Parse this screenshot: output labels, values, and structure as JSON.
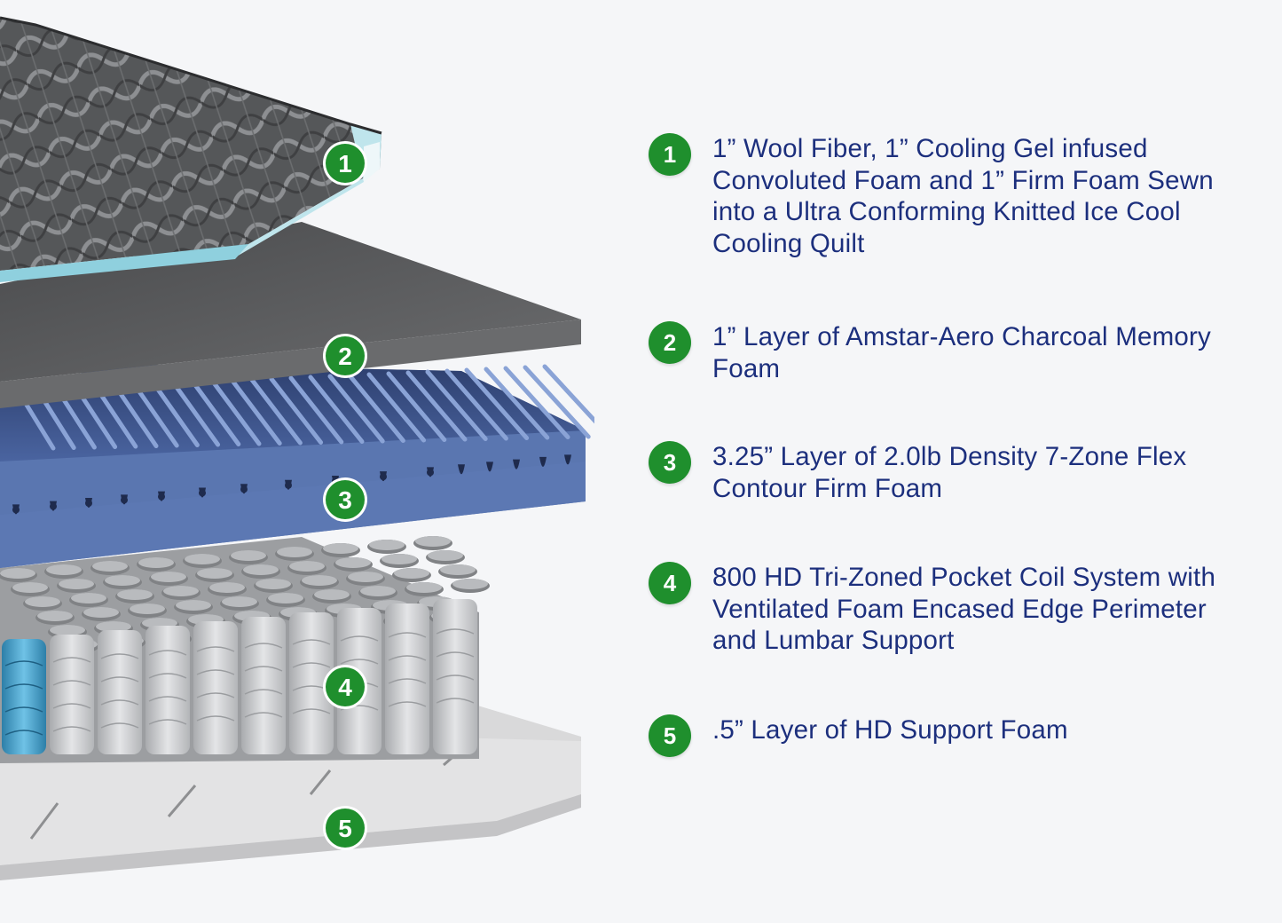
{
  "colors": {
    "background": "#f5f6f8",
    "badge_green": "#1f8f2d",
    "text_navy": "#1c2f7d",
    "charcoal_layer": "#5b5c5e",
    "blue_foam": "#5a76b0",
    "coil_grey": "#cfd0d3",
    "base_foam": "#dcdcdc"
  },
  "icons": {
    "badge": "numbered-circle-badge"
  },
  "layers": [
    {
      "number": "1",
      "description": "1” Wool Fiber, 1” Cooling Gel infused Convoluted Foam and 1” Firm Foam Sewn into a Ultra Conforming Knitted Ice Cool Cooling Quilt"
    },
    {
      "number": "2",
      "description": "1” Layer of Amstar-Aero Charcoal Memory Foam"
    },
    {
      "number": "3",
      "description": "3.25” Layer of 2.0lb Density 7-Zone Flex Contour Firm Foam"
    },
    {
      "number": "4",
      "description": "800 HD Tri-Zoned Pocket Coil System with Ventilated Foam Encased Edge Perimeter and Lumbar Support"
    },
    {
      "number": "5",
      "description": ".5” Layer of HD Support Foam"
    }
  ]
}
